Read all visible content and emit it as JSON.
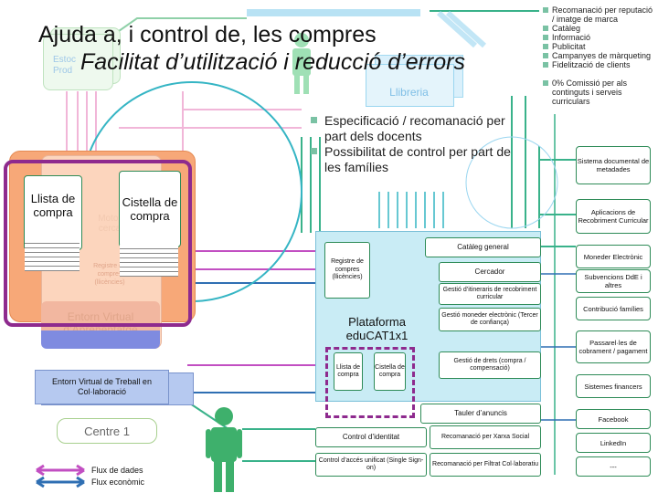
{
  "title": {
    "line1": "Ajuda a, i control de, les compres",
    "line2": "Facilitat d’utilització i reducció d’errors"
  },
  "ghost_labels": {
    "estoc": "Estoc",
    "prod": "Prod",
    "llibreria": "Llibreria"
  },
  "right_bullets": [
    "Recomanació per reputació / imatge de marca",
    "Catàleg",
    "Informació",
    "Publicitat",
    "Campanyes de màrqueting",
    "Fidelització de clients",
    "0% Comissió per als continguts i serveis curriculars"
  ],
  "doc_bullets": [
    "Especificació / recomanació per part dels docents",
    "Possibilitat de control per part de les famílies"
  ],
  "centre": {
    "llista": "Llista de compra",
    "cistella": "Cistella de compra",
    "motor": "Motor cerca",
    "registre_faded": "Registre de compres (llicències)",
    "eva": "Entorn Virtual d’Aprenentatge",
    "evtc": "Entorn Virtual de Treball en Col·laboració",
    "centre_label": "Centre 1"
  },
  "platform": {
    "cataleg": "Catàleg general",
    "cercador": "Cercador",
    "itineraris": "Gestió d’itineraris de recobriment curricular",
    "moneder": "Gestió moneder electrònic (Tercer de confiança)",
    "drets": "Gestió de drets (compra / compensació)",
    "registre": "Registre de compres (llicències)",
    "name": "Plataforma eduCAT1x1",
    "llista": "Llista de compra",
    "cistella": "Cistella de compra"
  },
  "bottom": {
    "tauler": "Tauler d’anuncis",
    "control_identitat": "Control d’identitat",
    "recom_xarxa": "Recomanació per Xarxa Social",
    "control_acces": "Control d’accés unificat (Single Sign-on)",
    "recom_filtrat": "Recomanació per Filtrat Col·laboratiu"
  },
  "right_boxes": {
    "sistema_doc": "Sistema documental de metadades",
    "aplicacions": "Aplicacions de Recobriment Curricular",
    "moneder": "Moneder Electrònic",
    "subvencions": "Subvencions DdE i altres",
    "contribucio": "Contribució famílies",
    "passarela": "Passarel·les de cobrament / pagament",
    "financers": "Sistemes financers",
    "facebook": "Facebook",
    "linkedin": "LinkedIn",
    "dots": "---"
  },
  "legend": {
    "dades": "Flux de dades",
    "economic": "Flux econòmic"
  },
  "colors": {
    "green": "#2e8b57",
    "orange": "#f7a878",
    "purple": "#8e2a8e",
    "cyan": "#35b5c4",
    "data_flow": "#c24fc2",
    "econ_flow": "#2f6fb3"
  }
}
